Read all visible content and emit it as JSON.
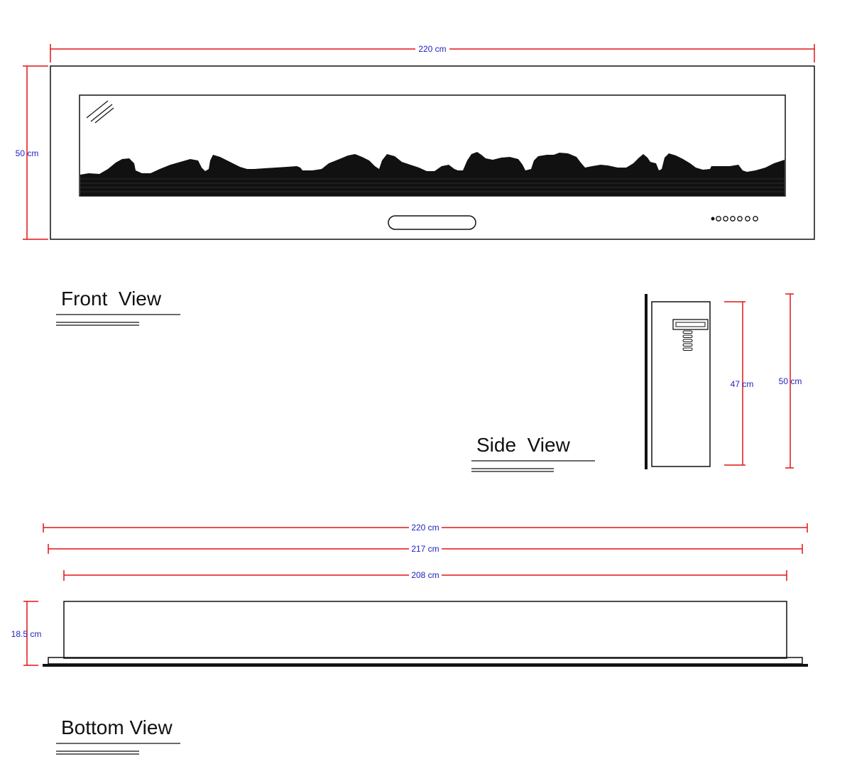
{
  "colors": {
    "dimension_line": "#e01515",
    "dimension_text": "#1f1fbf",
    "outline": "#111111"
  },
  "views": {
    "front": {
      "title": "Front  View",
      "width_label": "220 cm",
      "height_label": "50 cm"
    },
    "side": {
      "title": "Side  View",
      "inner_height_label": "47 cm",
      "outer_height_label": "50 cm"
    },
    "bottom": {
      "title": "Bottom View",
      "overall_width_label": "220 cm",
      "mid_width_label": "217 cm",
      "inner_width_label": "208 cm",
      "depth_label": "18.5 cm"
    }
  }
}
